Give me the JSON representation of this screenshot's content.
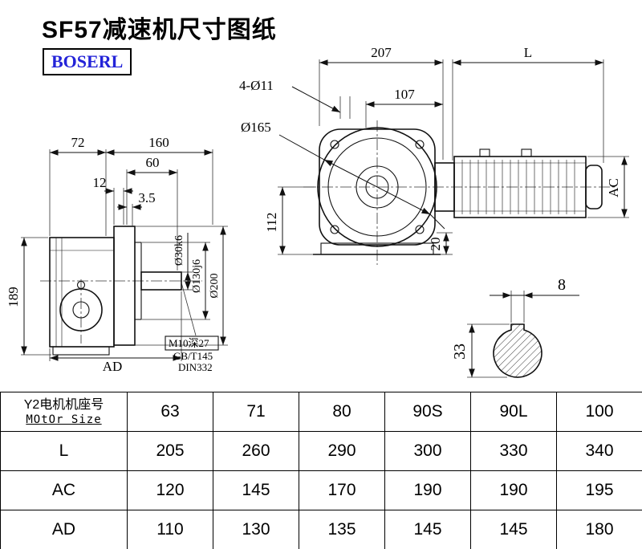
{
  "page": {
    "title": "SF57减速机尺寸图纸",
    "logo": "BOSERL"
  },
  "front_view": {
    "dim_207": "207",
    "dim_L": "L",
    "dim_107": "107",
    "dim_4xd11": "4-Ø11",
    "dim_d165": "Ø165",
    "dim_112": "112",
    "dim_20": "20",
    "dim_AC": "AC"
  },
  "side_view": {
    "dim_72": "72",
    "dim_160": "160",
    "dim_60": "60",
    "dim_12": "12",
    "dim_3_5": "3.5",
    "dim_189": "189",
    "dim_AD": "AD",
    "dim_d30": "Ø30k6",
    "dim_d130": "Ø130j6",
    "dim_d200": "Ø200",
    "note_m10": "M10深27",
    "note_gb": "GB/T145",
    "note_din": "DIN332"
  },
  "shaft_view": {
    "dim_8": "8",
    "dim_33": "33"
  },
  "table": {
    "header": {
      "cn": "Y2电机机座号",
      "en": "MOtOr Size"
    },
    "sizes": [
      "63",
      "71",
      "80",
      "90S",
      "90L",
      "100"
    ],
    "rows": [
      {
        "label": "L",
        "values": [
          "205",
          "260",
          "290",
          "300",
          "330",
          "340"
        ]
      },
      {
        "label": "AC",
        "values": [
          "120",
          "145",
          "170",
          "190",
          "190",
          "195"
        ]
      },
      {
        "label": "AD",
        "values": [
          "110",
          "130",
          "135",
          "145",
          "145",
          "180"
        ]
      }
    ]
  }
}
